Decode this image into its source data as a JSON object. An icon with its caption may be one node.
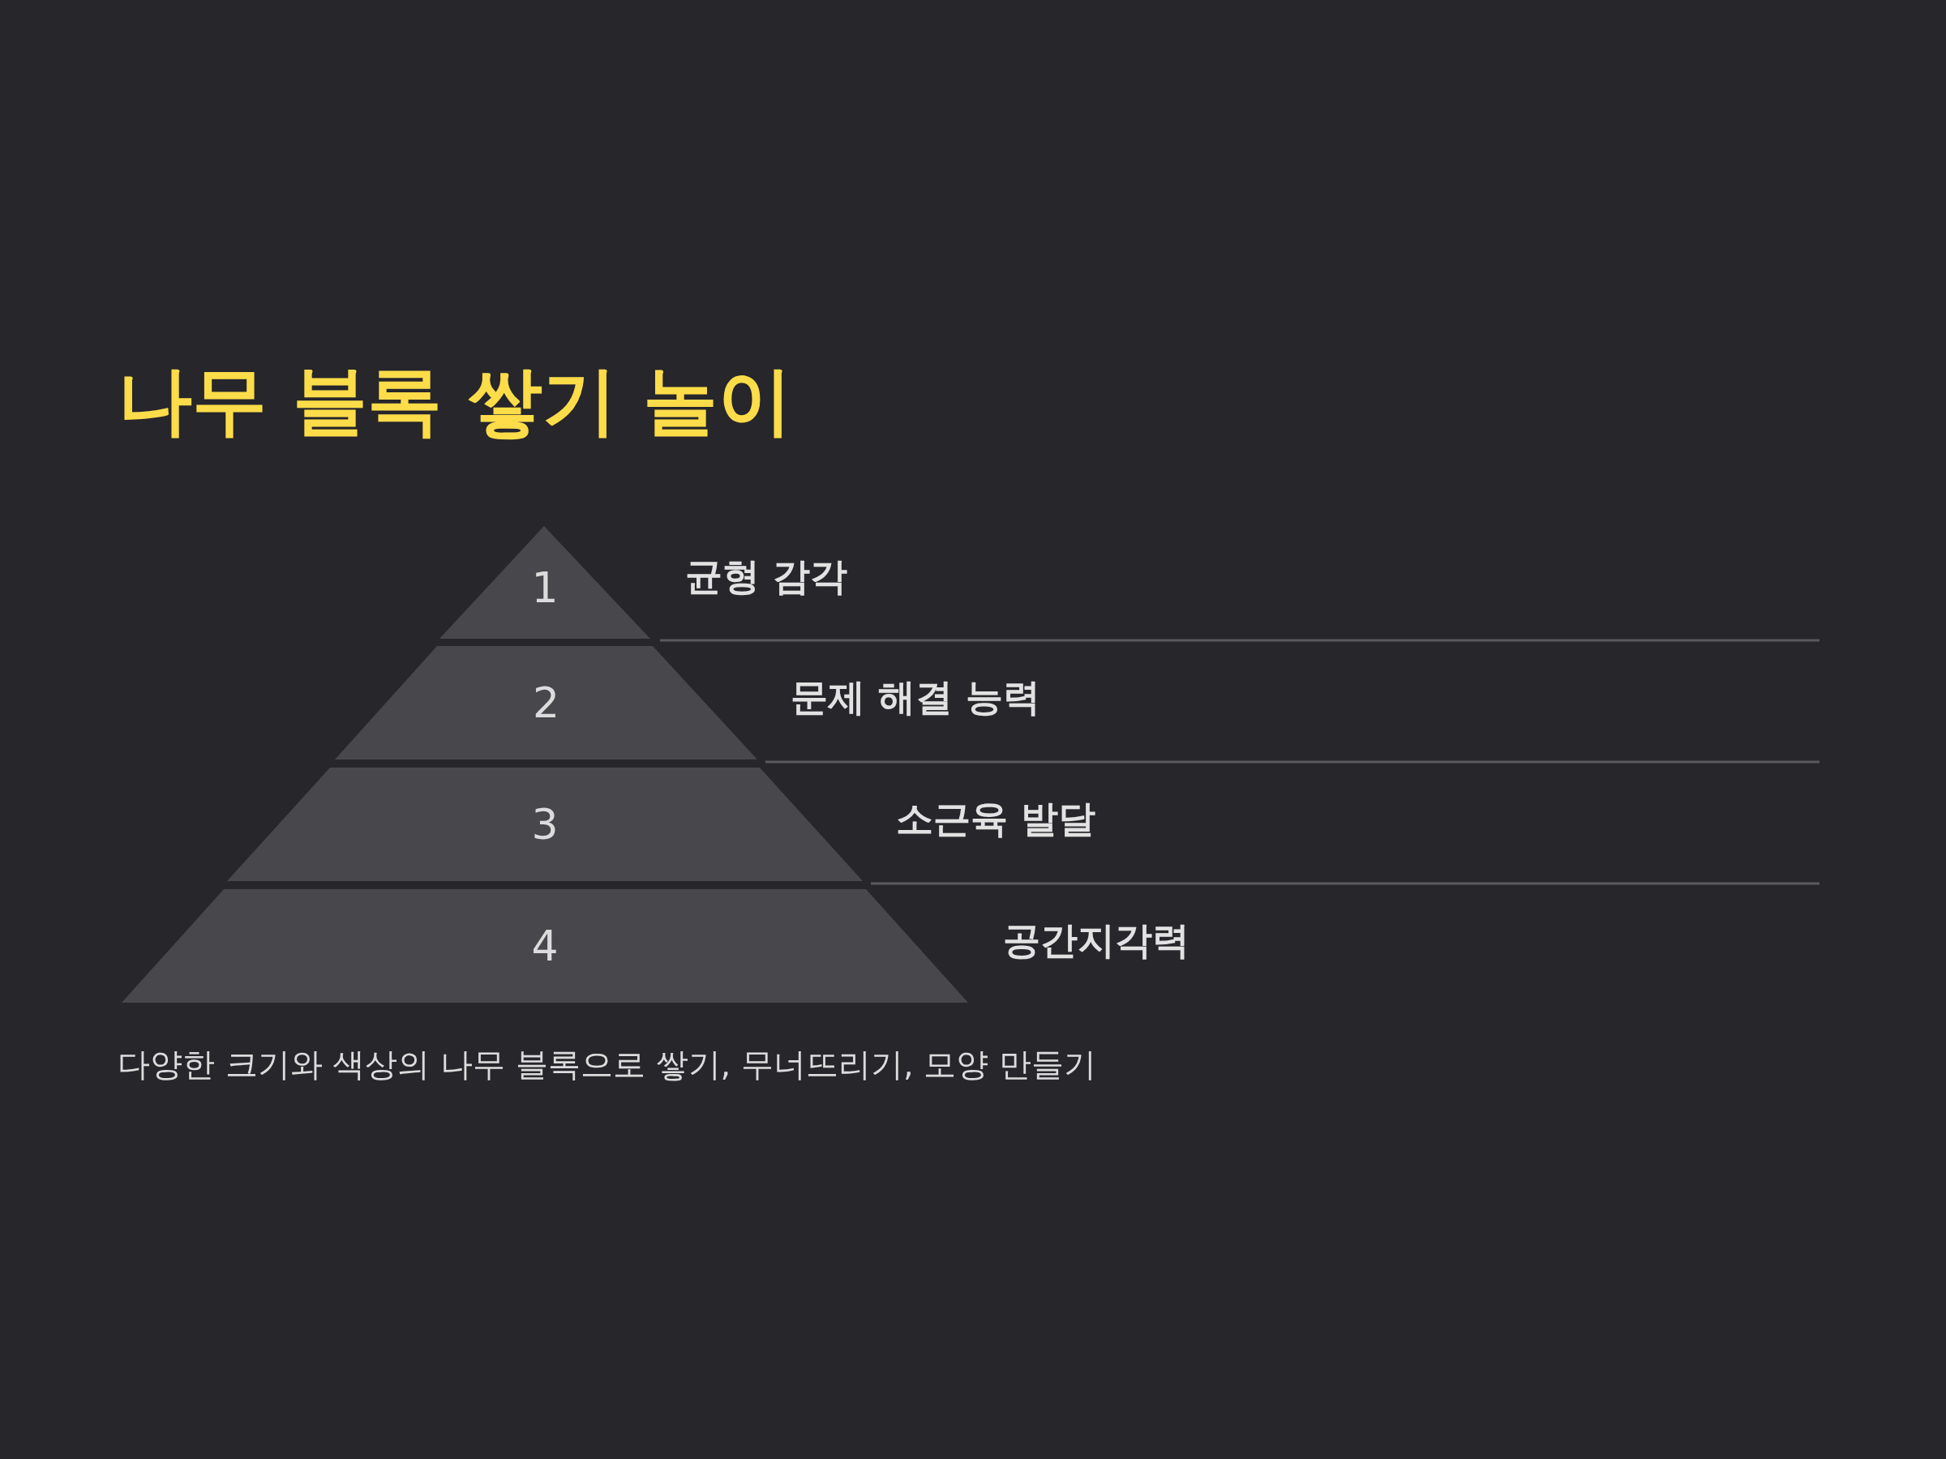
{
  "diagram": {
    "title": "나무 블록 쌓기 놀이",
    "nodes": [
      {
        "text": [
          "1"
        ],
        "beside": [
          "균형 감각"
        ]
      },
      {
        "text": [
          "2"
        ],
        "beside": [
          "문제 해결 능력"
        ]
      },
      {
        "text": [
          "3"
        ],
        "beside": [
          "소근육 발달"
        ]
      },
      {
        "text": [
          "4"
        ],
        "beside": [
          "공간지각력"
        ]
      }
    ],
    "caption": "다양한 크기와 색상의 나무 블록으로 쌓기, 무너뜨리기, 모양 만들기"
  }
}
